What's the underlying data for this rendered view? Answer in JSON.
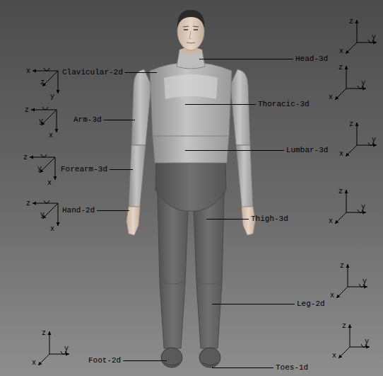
{
  "diagram": {
    "labels": [
      "Clavicular-2d",
      "Arm-3d",
      "Forearm-3d",
      "Hand-2d",
      "Head-3d",
      "Thoracic-3d",
      "Lumbar-3d",
      "Thigh-3d",
      "Leg-2d",
      "Foot-2d",
      "Toes-1d",
      "x",
      "y",
      "z",
      "z",
      "x",
      "y",
      "z",
      "x",
      "y",
      "z",
      "x",
      "y",
      "z",
      "y",
      "x",
      "z",
      "y",
      "x",
      "z",
      "y",
      "x",
      "z",
      "y",
      "x",
      "z",
      "y",
      "x",
      "z",
      "y",
      "x",
      "z",
      "y",
      "x"
    ]
  }
}
